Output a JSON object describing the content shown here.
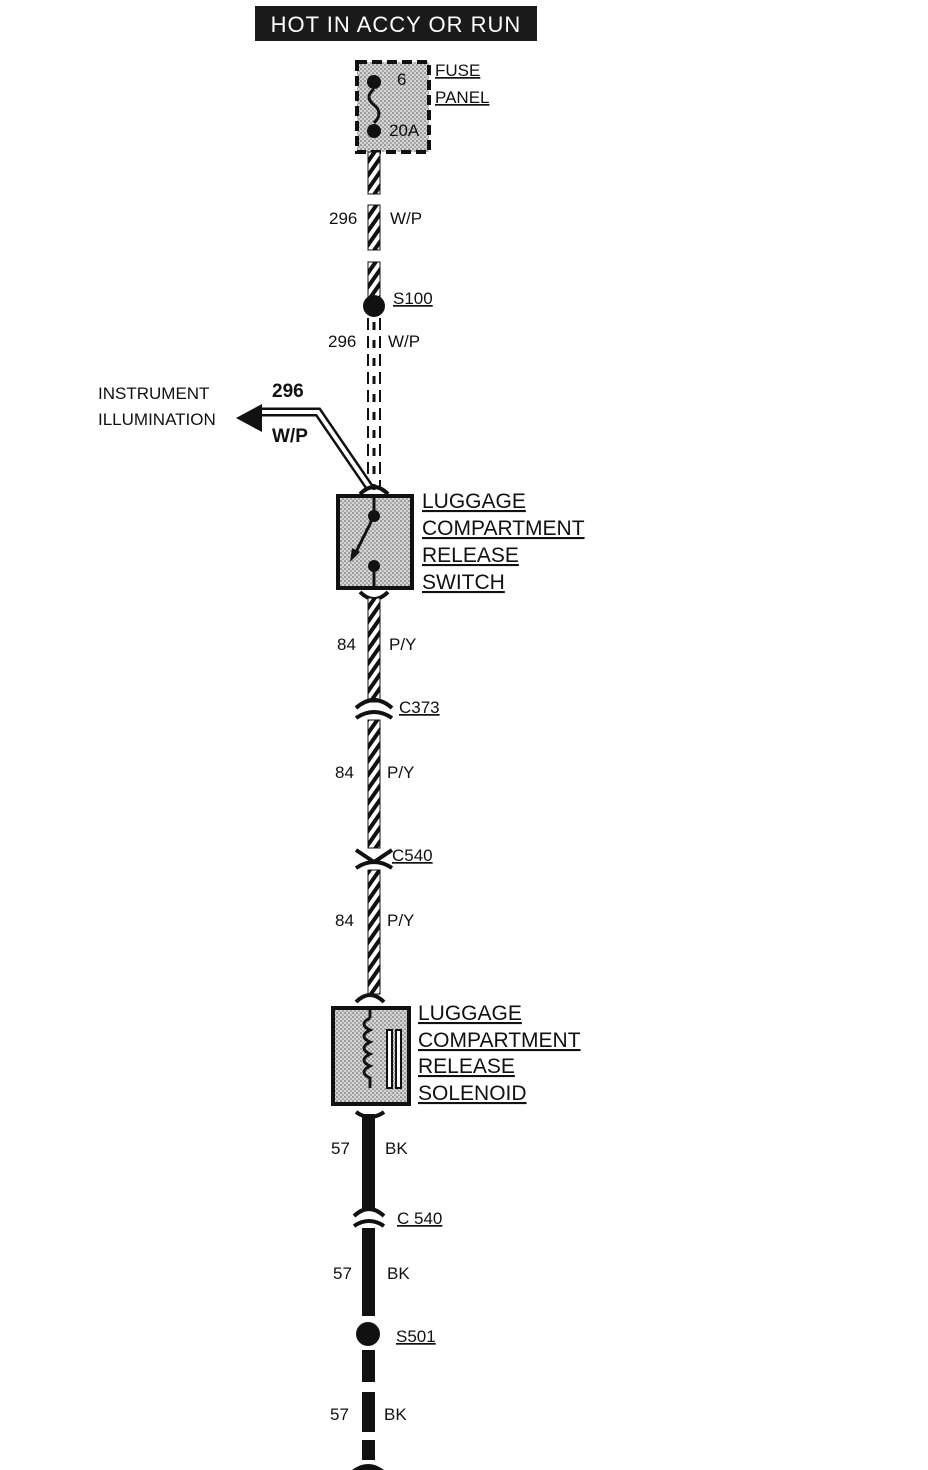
{
  "header": {
    "label": "HOT IN ACCY OR RUN"
  },
  "fuse": {
    "number": "6",
    "rating": "20A",
    "label_line1": "FUSE",
    "label_line2": "PANEL"
  },
  "wire_296_top": {
    "circuit": "296",
    "color": "W/P"
  },
  "splice_s100": {
    "id": "S100"
  },
  "wire_296_mid": {
    "circuit": "296",
    "color": "W/P"
  },
  "branch": {
    "circuit": "296",
    "color": "W/P",
    "dest_line1": "INSTRUMENT",
    "dest_line2": "ILLUMINATION"
  },
  "switch": {
    "line1": "LUGGAGE",
    "line2": "COMPARTMENT",
    "line3": "RELEASE",
    "line4": "SWITCH"
  },
  "wire_84_a": {
    "circuit": "84",
    "color": "P/Y"
  },
  "conn_c373": {
    "id": "C373"
  },
  "wire_84_b": {
    "circuit": "84",
    "color": "P/Y"
  },
  "conn_c540_a": {
    "id": "C540"
  },
  "wire_84_c": {
    "circuit": "84",
    "color": "P/Y"
  },
  "solenoid": {
    "line1": "LUGGAGE",
    "line2": "COMPARTMENT",
    "line3": "RELEASE",
    "line4": "SOLENOID"
  },
  "wire_57_a": {
    "circuit": "57",
    "color": "BK"
  },
  "conn_c540_b": {
    "id": "C 540"
  },
  "wire_57_b": {
    "circuit": "57",
    "color": "BK"
  },
  "splice_s501": {
    "id": "S501"
  },
  "wire_57_c": {
    "circuit": "57",
    "color": "BK"
  },
  "colors": {
    "ink": "#111111",
    "component_fill": "#bdbdbd",
    "header_bg": "#1a1a1a"
  }
}
